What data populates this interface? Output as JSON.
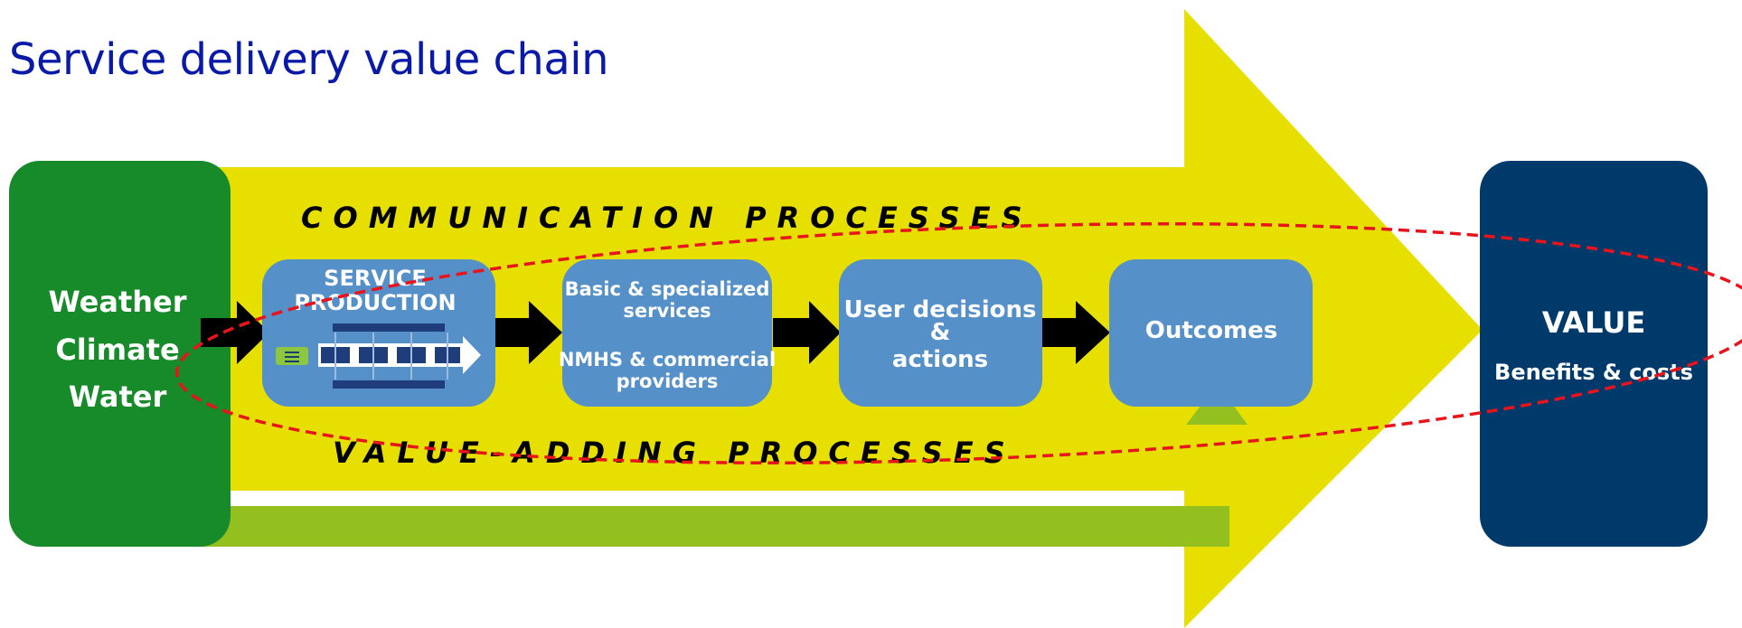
{
  "title": "Service delivery value chain",
  "processes": {
    "top": "COMMUNICATION PROCESSES",
    "bottom": "VALUE-ADDING PROCESSES"
  },
  "source_box": {
    "lines": [
      "Weather",
      "Climate",
      "Water"
    ],
    "color": "#178a2a"
  },
  "stages": [
    {
      "lines": [
        "SERVICE",
        "PRODUCTION"
      ]
    },
    {
      "lines": [
        "Basic & specialized",
        "services",
        "",
        "NMHS & commercial",
        "providers"
      ]
    },
    {
      "lines": [
        "User decisions",
        "&",
        "actions"
      ]
    },
    {
      "lines": [
        "Outcomes"
      ]
    }
  ],
  "value_box": {
    "title": "VALUE",
    "subtitle": "Benefits & costs",
    "color": "#003a6b"
  },
  "colors": {
    "big_arrow": "#e6df00",
    "stage_box": "#5590c8",
    "feedback_arrow": "#93c01f",
    "highlight_ellipse": "#e8141c",
    "title": "#0a1aa8"
  }
}
